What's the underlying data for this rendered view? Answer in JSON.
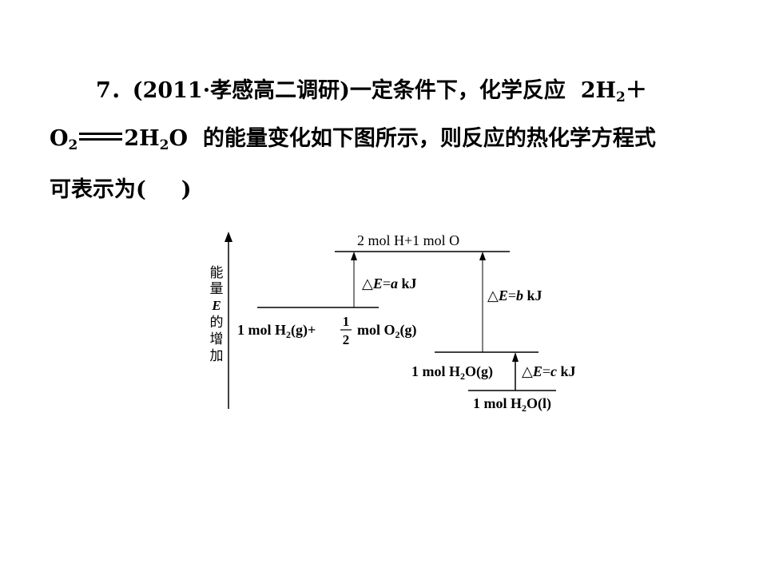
{
  "question": {
    "number": "7．",
    "source": "(2011·孝感高二调研)",
    "line1_text": "一定条件下，化学反应",
    "line1_formula_2H": "2H",
    "line1_sub_2": "2",
    "line1_plus": "＋",
    "line2_O": "O",
    "line2_sub_2": "2",
    "line2_product_2H": "2H",
    "line2_product_sub": "2",
    "line2_product_O": "O",
    "line2_text": "的能量变化如下图所示，则反应的热化学方程式",
    "line3_text": "可表示为(",
    "line3_close": ")"
  },
  "diagram": {
    "y_axis_label_chars": [
      "能",
      "量",
      "E",
      "的",
      "增",
      "加"
    ],
    "level_top": "2 mol H+1 mol O",
    "level_mid_left_1": "1 mol H",
    "level_mid_left_sub": "2",
    "level_mid_left_2": "(g)+",
    "fraction_num": "1",
    "fraction_den": "2",
    "level_mid_left_3": "mol O",
    "level_mid_left_sub2": "2",
    "level_mid_left_4": "(g)",
    "level_h2o_g_1": "1 mol H",
    "level_h2o_g_sub": "2",
    "level_h2o_g_2": "O(g)",
    "level_h2o_l_1": "1 mol H",
    "level_h2o_l_sub": "2",
    "level_h2o_l_2": "O(l)",
    "delta_a_prefix": "△",
    "delta_a_E": "E",
    "delta_a_eq": "=",
    "delta_a_var": "a",
    "delta_a_unit": " kJ",
    "delta_b_prefix": "△",
    "delta_b_E": "E",
    "delta_b_eq": "=",
    "delta_b_var": "b",
    "delta_b_unit": " kJ",
    "delta_c_prefix": "△",
    "delta_c_E": "E",
    "delta_c_eq": "=",
    "delta_c_var": "c",
    "delta_c_unit": " kJ"
  }
}
